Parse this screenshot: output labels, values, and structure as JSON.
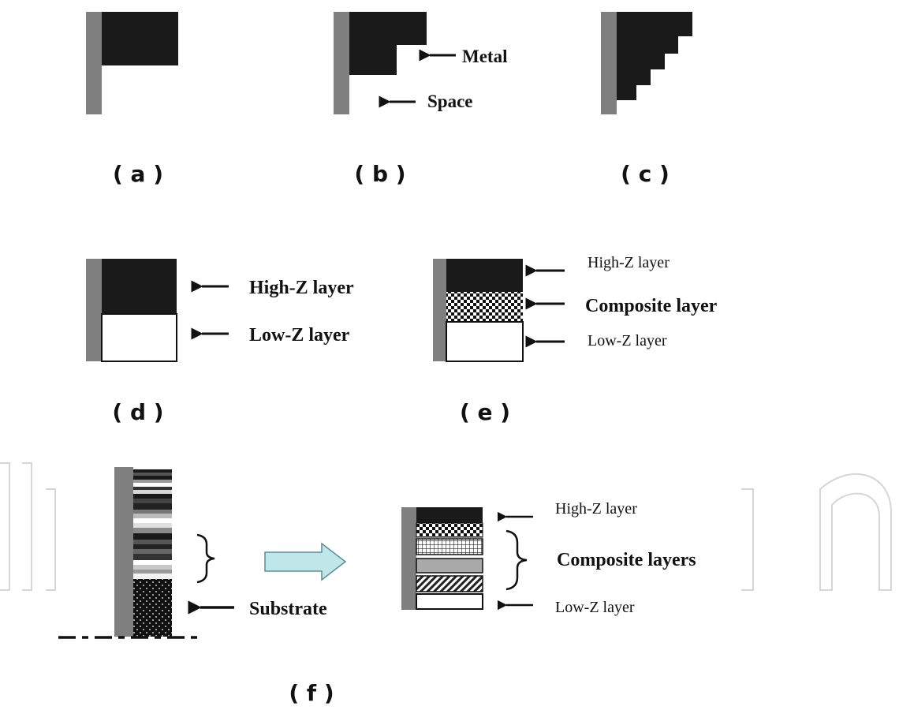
{
  "panels": {
    "a": {
      "caption": "( a )"
    },
    "b": {
      "caption": "( b )",
      "label_metal": "Metal",
      "label_space": "Space"
    },
    "c": {
      "caption": "( c )"
    },
    "d": {
      "caption": "( d )",
      "label_high": "High-Z layer",
      "label_low": "Low-Z layer"
    },
    "e": {
      "caption": "( e )",
      "label_high": "High-Z layer",
      "label_composite": "Composite layer",
      "label_low": "Low-Z layer"
    },
    "f": {
      "caption": "( f )",
      "label_substrate": "Substrate",
      "label_high": "High-Z layer",
      "label_composites": "Composite layers",
      "label_low": "Low-Z layer"
    }
  },
  "colors": {
    "backing": "#7f7f7f",
    "metal": "#1a1a1a",
    "arrow_fill": "#bfe6e8",
    "arrow_stroke": "#5a8f95",
    "watermark": "#d6d6d6"
  }
}
